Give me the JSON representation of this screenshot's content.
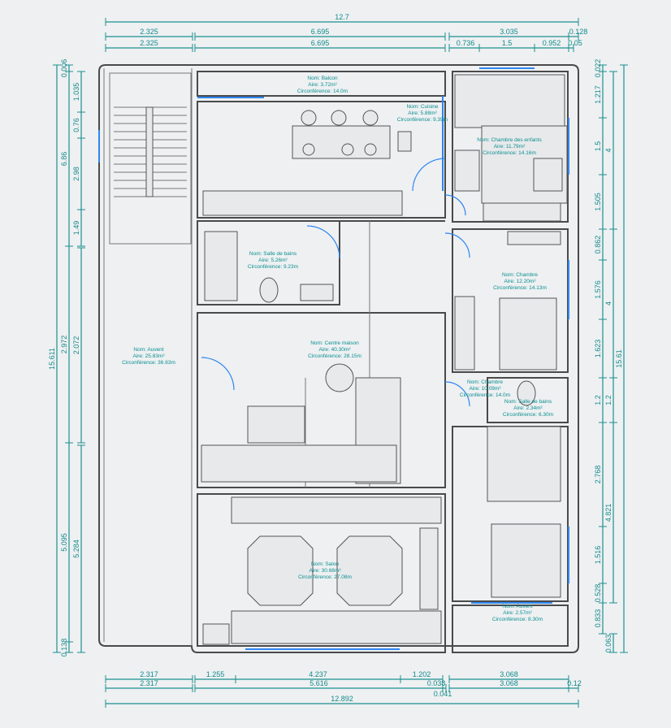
{
  "plan": {
    "rooms": [
      {
        "name": "Nom: Balcon",
        "area": "Aire: 3.72m²",
        "perimeter": "Circonférence: 14.0m"
      },
      {
        "name": "Nom: Cuisine",
        "area": "Aire: 5.88m²",
        "perimeter": "Circonférence: 9.39m"
      },
      {
        "name": "Nom: Chambre des enfants",
        "area": "Aire: 11.79m²",
        "perimeter": "Circonférence: 14.16m"
      },
      {
        "name": "Nom: Salle de bains",
        "area": "Aire: 5.26m²",
        "perimeter": "Circonférence: 9.23m"
      },
      {
        "name": "Nom: Chambre",
        "area": "Aire: 12.20m²",
        "perimeter": "Circonférence: 14.13m"
      },
      {
        "name": "Nom: Centre maison",
        "area": "Aire: 40.30m²",
        "perimeter": "Circonférence: 28.15m"
      },
      {
        "name": "Nom: Auvent",
        "area": "Aire: 25.83m²",
        "perimeter": "Circonférence: 36.63m"
      },
      {
        "name": "Nom: Chambre",
        "area": "Aire: 10.09m²",
        "perimeter": "Circonférence: 14.0m"
      },
      {
        "name": "Nom: Salle de bains",
        "area": "Aire: 2.34m²",
        "perimeter": "Circonférence: 6.30m"
      },
      {
        "name": "Nom: Salon",
        "area": "Aire: 30.68m²",
        "perimeter": "Circonférence: 27.08m"
      },
      {
        "name": "Nom: Auvent",
        "area": "Aire: 2.57m²",
        "perimeter": "Circonférence: 8.30m"
      }
    ]
  },
  "dimensions": {
    "top": [
      "12.7",
      "2.325",
      "6.695",
      "3.035",
      "0.128",
      "2.325",
      "6.695",
      "0.736",
      "1.5",
      "0.952",
      "0.05"
    ],
    "bottom": [
      "2.317",
      "1.255",
      "4.237",
      "1.202",
      "3.068",
      "2.317",
      "5.616",
      "0.038",
      "3.068",
      "0.12",
      "12.892",
      "0.041"
    ],
    "left": [
      "15.611",
      "0.006",
      "6.86",
      "2.972",
      "5.095",
      "0.138",
      "1.035",
      "0.76",
      "2.98",
      "1.49",
      "2.072",
      "5.284"
    ],
    "right": [
      "0.022",
      "1.217",
      "1.5",
      "1.505",
      "0.862",
      "1.576",
      "1.623",
      "1.2",
      "2.768",
      "1.516",
      "0.528",
      "0.833",
      "4",
      "4",
      "1.2",
      "4.821",
      "0.063",
      "15.61"
    ]
  },
  "colors": {
    "dimension": "#138a8a",
    "window": "#2f86f0",
    "wall": "#4a4a4a",
    "background": "#eef0f2"
  }
}
